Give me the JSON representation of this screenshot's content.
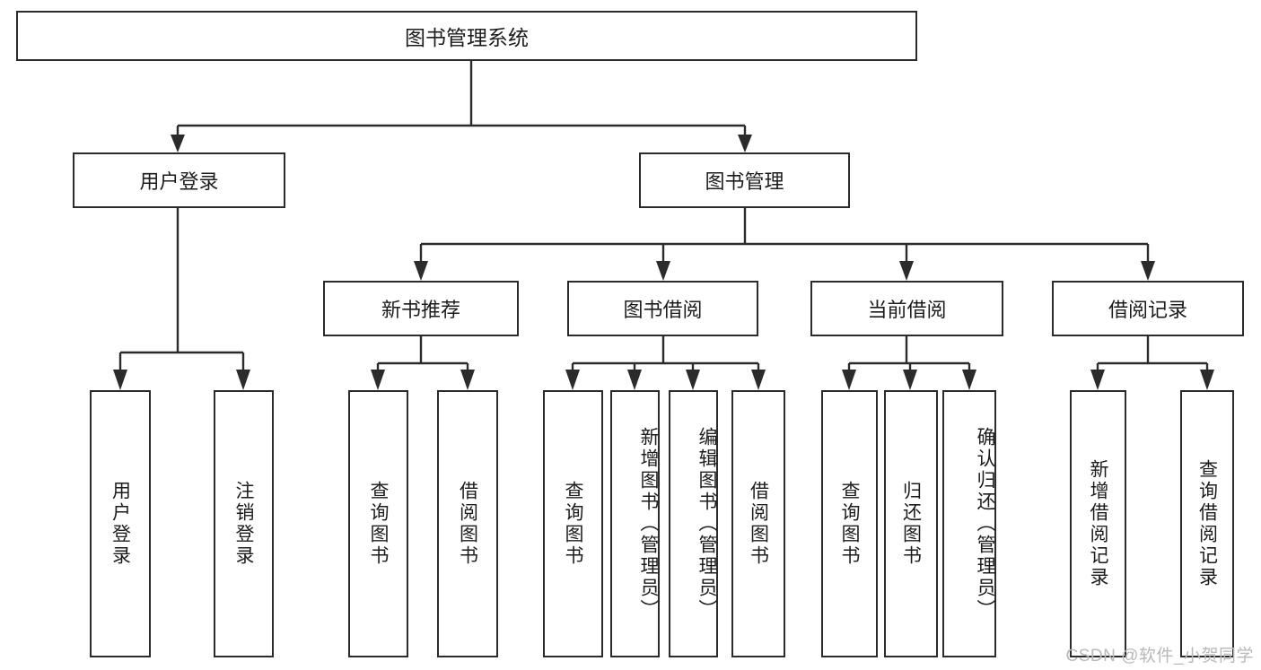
{
  "diagram": {
    "type": "tree-hierarchy-chart",
    "title": "图书管理系统",
    "watermark": "CSDN @软件_小贺同学",
    "colors": {
      "stroke": "#2b2b2b",
      "fill": "#ffffff",
      "text": "#1c1c1c",
      "watermark": "#b9b9b9"
    },
    "nodes": {
      "root": {
        "label": "图书管理系统"
      },
      "level2": [
        {
          "id": "user-login",
          "label": "用户登录"
        },
        {
          "id": "book-manage",
          "label": "图书管理"
        }
      ],
      "level3": [
        {
          "id": "new-book-recommend",
          "label": "新书推荐"
        },
        {
          "id": "book-borrow",
          "label": "图书借阅"
        },
        {
          "id": "current-borrow",
          "label": "当前借阅"
        },
        {
          "id": "borrow-record",
          "label": "借阅记录"
        }
      ],
      "leaves": [
        {
          "id": "leaf-user-login",
          "parent": "user-login",
          "label": "用户登录"
        },
        {
          "id": "leaf-logout-login",
          "parent": "user-login",
          "label": "注销登录"
        },
        {
          "id": "leaf-query-book-1",
          "parent": "new-book-recommend",
          "label": "查询图书"
        },
        {
          "id": "leaf-borrow-book-1",
          "parent": "new-book-recommend",
          "label": "借阅图书"
        },
        {
          "id": "leaf-query-book-2",
          "parent": "book-borrow",
          "label": "查询图书"
        },
        {
          "id": "leaf-add-book",
          "parent": "book-borrow",
          "label": "新增图书（管理员）"
        },
        {
          "id": "leaf-edit-book",
          "parent": "book-borrow",
          "label": "编辑图书（管理员）"
        },
        {
          "id": "leaf-borrow-book-2",
          "parent": "book-borrow",
          "label": "借阅图书"
        },
        {
          "id": "leaf-query-book-3",
          "parent": "current-borrow",
          "label": "查询图书"
        },
        {
          "id": "leaf-return-book",
          "parent": "current-borrow",
          "label": "归还图书"
        },
        {
          "id": "leaf-confirm-return",
          "parent": "current-borrow",
          "label": "确认归还（管理员）"
        },
        {
          "id": "leaf-add-record",
          "parent": "borrow-record",
          "label": "新增借阅记录"
        },
        {
          "id": "leaf-query-record",
          "parent": "borrow-record",
          "label": "查询借阅记录"
        }
      ]
    }
  }
}
